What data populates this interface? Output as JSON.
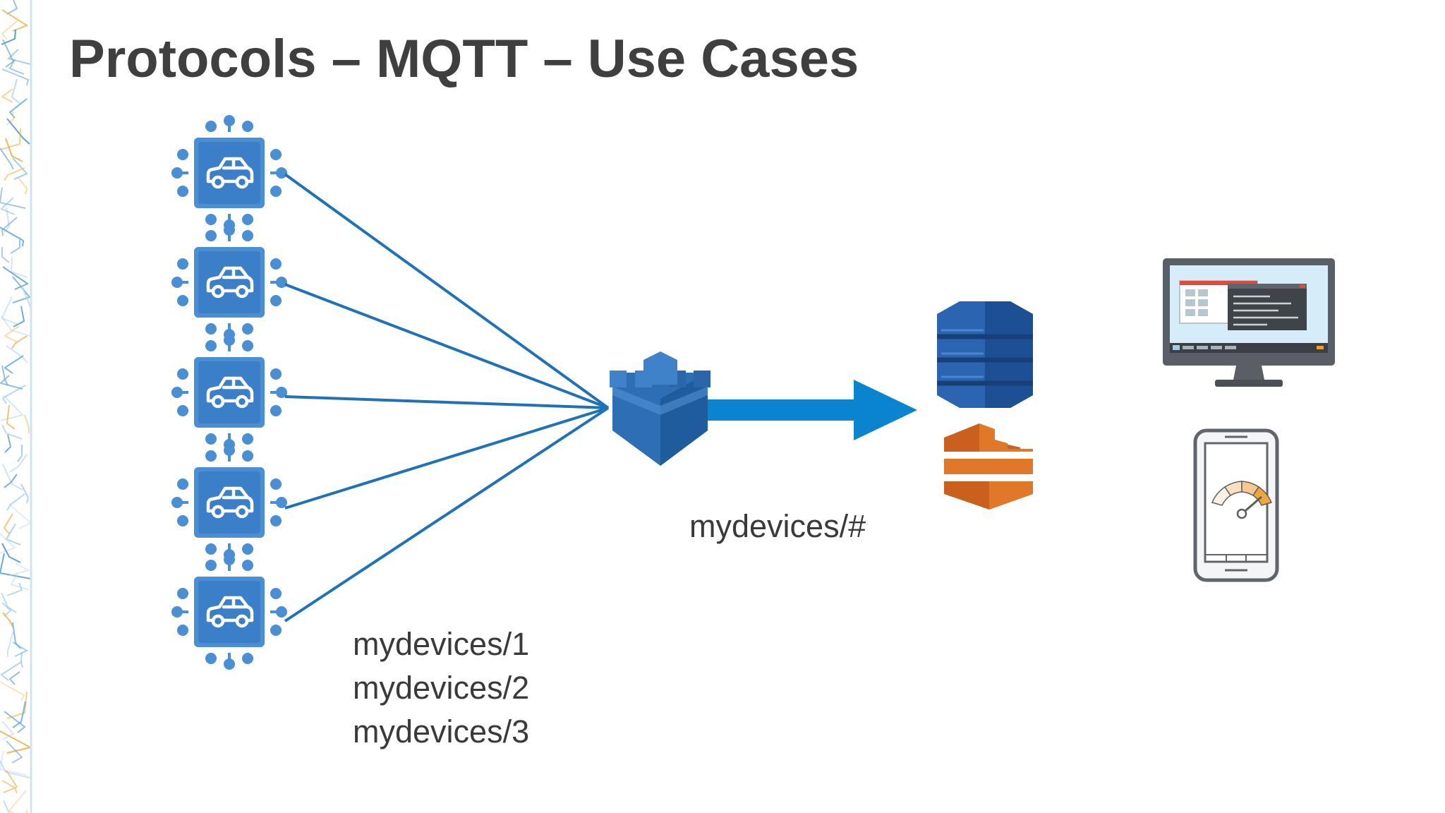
{
  "slide": {
    "title": "Protocols – MQTT – Use Cases"
  },
  "devices": {
    "count": 5,
    "icon": "iot-car-device-icon"
  },
  "broker": {
    "icon": "aws-iot-broker-icon"
  },
  "publish_topics": [
    "mydevices/1",
    "mydevices/2",
    "mydevices/3"
  ],
  "subscribe_topic": "mydevices/#",
  "services": {
    "database_icon": "dynamodb-icon",
    "stream_icon": "kinesis-icon"
  },
  "clients": {
    "desktop_icon": "desktop-monitor-icon",
    "mobile_icon": "mobile-gauge-icon"
  },
  "colors": {
    "title": "#3f3f3f",
    "device_blue": "#4a8ed4",
    "line_blue": "#1f72b8",
    "arrow_blue": "#0b84d0",
    "broker_blue": "#2e6eb5",
    "dynamo_blue": "#2b64b0",
    "kinesis_orange": "#e0782a"
  }
}
